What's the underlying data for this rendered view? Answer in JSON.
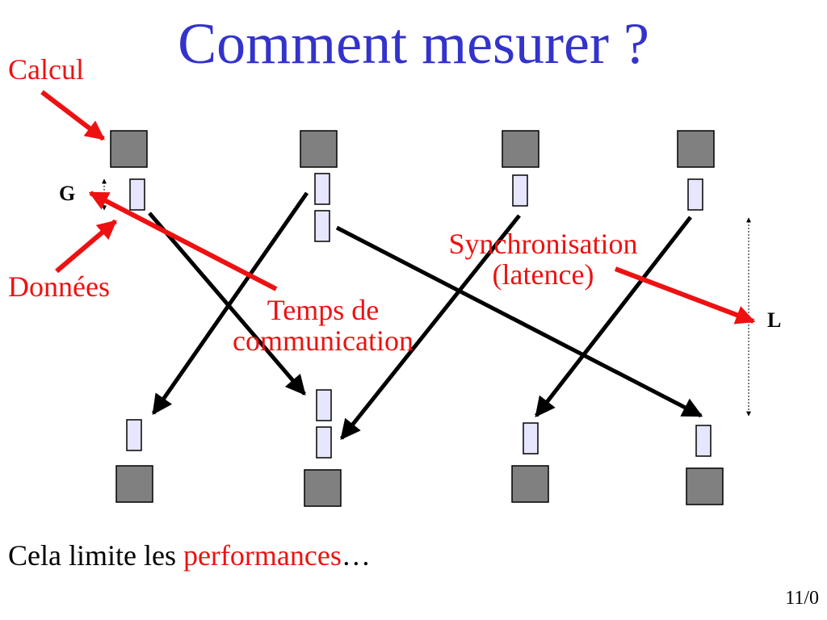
{
  "slide": {
    "title": "Comment mesurer ?",
    "page_number": "11/0"
  },
  "labels": {
    "calcul": "Calcul",
    "donnees": "Données",
    "g": "G",
    "l": "L",
    "temps_line1": "Temps de",
    "temps_line2": "communication",
    "sync_line1": "Synchronisation",
    "sync_line2": "(latence)"
  },
  "footer": {
    "text_prefix": "Cela limite les ",
    "text_highlight": "performances",
    "text_suffix": "…"
  },
  "colors": {
    "title": "#3333cc",
    "red": "#ee1111",
    "processor": "#808080",
    "message": "#e6e6ff",
    "arrow": "#000000"
  }
}
